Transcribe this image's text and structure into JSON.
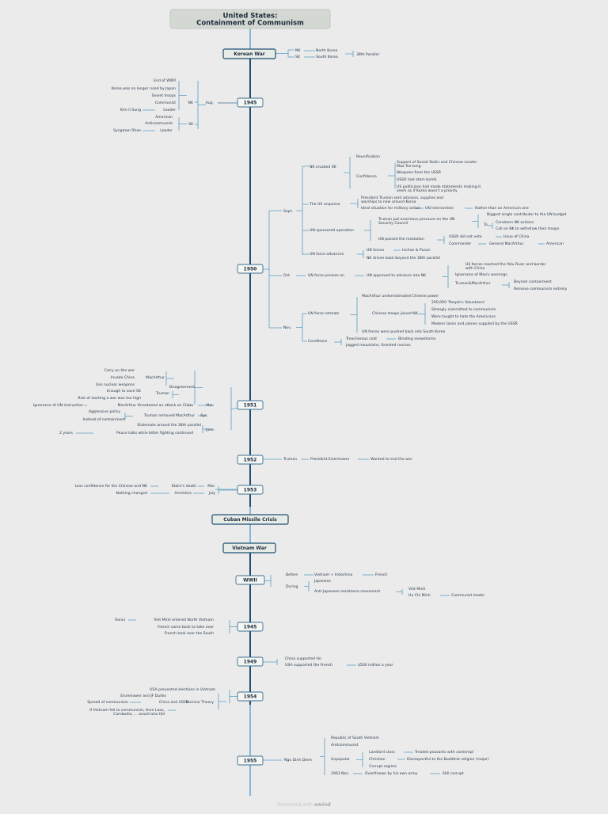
{
  "title": [
    "United States:",
    "Containment of Communism"
  ],
  "footer": {
    "text": "Presented with",
    "brand": "xmind"
  },
  "major": {
    "korea": "Korean War",
    "cuba": "Cuban Missile Crisis",
    "vietnam": "Vietnam War"
  },
  "years": {
    "y1945a": "1945",
    "y1950": "1950",
    "y1951": "1951",
    "y1952": "1952",
    "y1953": "1953",
    "wwii": "WWII",
    "y1945b": "1945",
    "y1949": "1949",
    "y1954": "1954",
    "y1955": "1955"
  },
  "korea": [
    "NK",
    "North Korea",
    "SK",
    "South Korea",
    "38th Parallel"
  ],
  "y1945a": [
    "Aug.",
    "NK",
    "SK",
    "End of WWII",
    "Korea was no longer ruled by Japan",
    "Soviet troops",
    "Communist",
    "Kim Il Sung",
    "Leader",
    "American",
    "Anticommunist",
    "Syngman Rhee",
    "Leader"
  ],
  "y1950": [
    "Sept.",
    "Oct.",
    "Nov.",
    "NK invaded SK",
    "Reunification",
    "Confidence",
    "Support of Soviet Stalin and Chinese Leader",
    "Mao Tse-tung",
    "Weapons from the USSR",
    "USSR had atom bomb",
    "US politicians had made statements making it",
    "seem as if Korea wasn't a priority",
    "The US response",
    "President Truman sent advisors, supplies and",
    "warships to new around Korea",
    "Ideal situation for military action",
    "UN intervention",
    "Rather than an American one",
    "UN-sponsored operation",
    "Truman put enormous pressure on the UN",
    "Security Council",
    "Biggest single contributor to the UN budget",
    "To",
    "Condemn NK actions",
    "Call on NK to withdraw their troops",
    "UN passed the resolution",
    "USSR did not veto",
    "Issue of China",
    "Commander",
    "General MacArthur",
    "American",
    "UN force advances",
    "UN forces",
    "Inchon & Pusan",
    "NK driven back beyond the 38th parallel",
    "UN force presses on",
    "UN approved to advance into NK",
    "US forces reached the Yalu River and border",
    "with China",
    "Ignorance of Mao's warnings",
    "Truman&MacArthur",
    "Beyond containment",
    "Remove communism entirely",
    "UN force retreats",
    "MacArthur underestimated Chinese power",
    "Chinese troops joined NK",
    "200,000 'People's Volunteers'",
    "Strongly committed to communism",
    "Were taught to hate the Americans",
    "Modern tanks and planes supplied by the USSR",
    "UN forces were pushed back into South Korea",
    "Conditions",
    "Treacherous cold",
    "Blinding snowstorms",
    "Jagged mountains, forested ravines"
  ],
  "y1951": [
    "Carry on the war",
    "Invade China",
    "MacArthur",
    "Use nuclear weapons",
    "Disagreement",
    "Enough to save SK",
    "Truman",
    "Risk of starting a war was too high",
    "Ignorance of UN instruction",
    "MacArthur threatened an attack on China",
    "Mar.",
    "Aggressive policy",
    "Truman removed MacArthur",
    "Apr.",
    "Instead of containment",
    "Stalemate around the 38th parallel",
    "June",
    "2 years",
    "Peace talks while bitter fighting continued"
  ],
  "y1952": [
    "Truman",
    "President Eisenhower",
    "Wanted to end the war"
  ],
  "y1953": [
    "Less confidence for the Chinese and NK",
    "Stalin's death",
    "Mar.",
    "Nothing changed",
    "Armistice",
    "July"
  ],
  "wwii": [
    "Before",
    "Vietnam + Indochina",
    "French",
    "During",
    "Japanese",
    "Anti-Japanese resistance movement",
    "Viet Minh",
    "Ho Chi Minh",
    "Communist leader"
  ],
  "y1945b": [
    "Hanoi",
    "Viet Minh entered North Vietnam",
    "French came back to take over",
    "French took over the South"
  ],
  "y1949": [
    "China supported Ho",
    "USA supported the French",
    "$500 million a year"
  ],
  "y1954": [
    "USA prevented elections in Vietnam",
    "Eisenhower and JF Dulles",
    "Spread of communism",
    "China and USSR",
    "Domino Theory",
    "If Vietnam fell to communism, then Laos,",
    "Cambodia, ... would also fall"
  ],
  "y1955": [
    "Ngo Dinh Diem",
    "Republic of South Vietnam",
    "Anticommunist",
    "Unpopular",
    "Landlord class",
    "Treated peasants with contempt",
    "Christian",
    "Disrespectful to the Buddhist religion (major)",
    "Corrupt regime",
    "1963 Nov.",
    "Overthrown by his own army",
    "Still corrupt"
  ]
}
